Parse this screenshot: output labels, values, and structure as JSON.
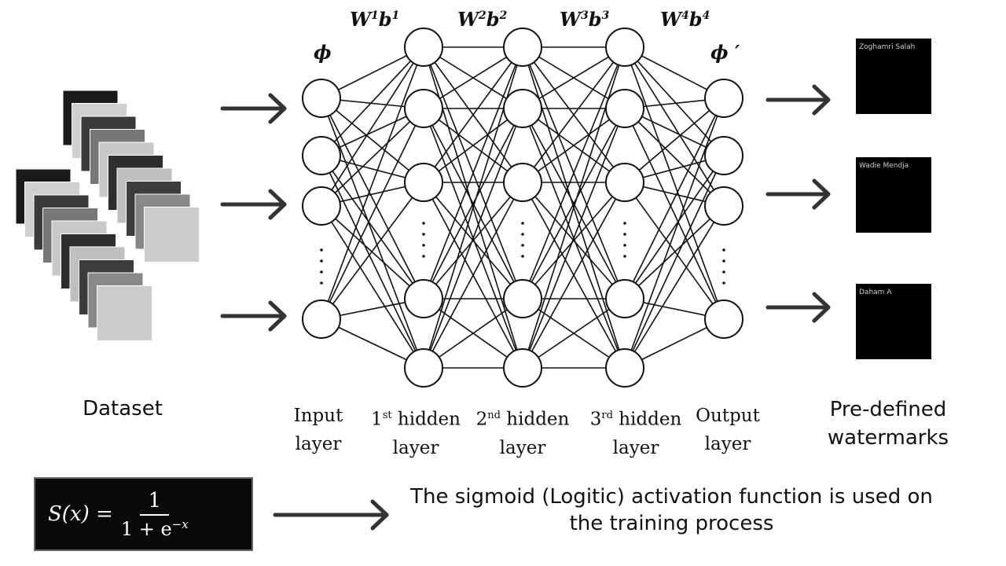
{
  "dataset_label": "Dataset",
  "layer_labels": {
    "input": {
      "line1": "Input",
      "line2": "layer"
    },
    "hidden1": {
      "ord_num": "1",
      "ord_sup": "st",
      "word": "hidden",
      "line2": "layer"
    },
    "hidden2": {
      "ord_num": "2",
      "ord_sup": "nd",
      "word": "hidden",
      "line2": "layer"
    },
    "hidden3": {
      "ord_num": "3",
      "ord_sup": "rd",
      "word": "hidden",
      "line2": "layer"
    },
    "output": {
      "line1": "Output",
      "line2": "layer"
    }
  },
  "weights": [
    {
      "w": "W",
      "wsup": "1",
      "b": "b",
      "bsup": "1"
    },
    {
      "w": "W",
      "wsup": "2",
      "b": "b",
      "bsup": "2"
    },
    {
      "w": "W",
      "wsup": "3",
      "b": "b",
      "bsup": "3"
    },
    {
      "w": "W",
      "wsup": "4",
      "b": "b",
      "bsup": "4"
    }
  ],
  "phi_in": "ϕ",
  "phi_out": "ϕ ′",
  "watermarks": {
    "title_line1": "Pre-defined",
    "title_line2": "watermarks",
    "items": [
      "Zoghamri Salah",
      "Wadie Mendja",
      "Daham A"
    ]
  },
  "formula": {
    "lhs": "S(x) =",
    "numerator": "1",
    "denominator": "1 + e",
    "exponent": "−x"
  },
  "caption_line1": "The sigmoid (Logitic) activation function is used on",
  "caption_line2": "the training process"
}
